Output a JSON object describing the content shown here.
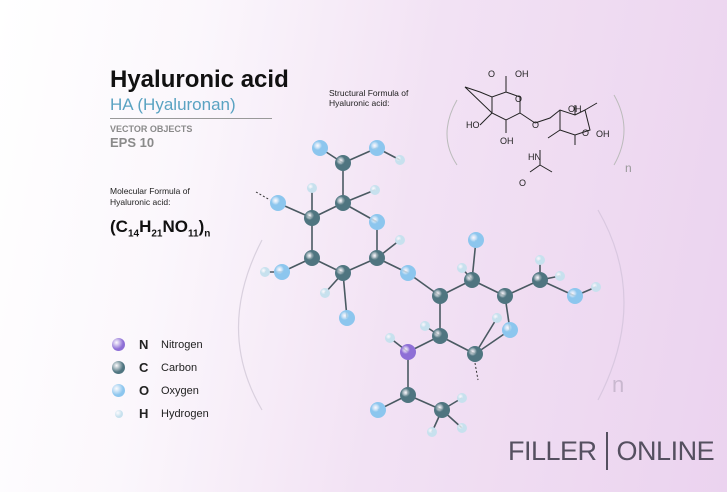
{
  "header": {
    "title": "Hyaluronic acid",
    "subtitle": "HA (Hyaluronan)",
    "vector_label": "VECTOR OBJECTS",
    "eps_label": "EPS 10"
  },
  "molecular": {
    "label": "Molecular Formula of Hyaluronic acid:",
    "formula_parts": {
      "open": "(C",
      "c": "14",
      "h_lbl": "H",
      "h": "21",
      "no_lbl": "NO",
      "o": "11",
      "close": ")",
      "n": "n"
    }
  },
  "structural": {
    "label": "Structural Formula of Hyaluronic acid:",
    "subscript": "n",
    "repeat_n": "n"
  },
  "legend": [
    {
      "symbol": "N",
      "name": "Nitrogen",
      "color": "#8e6fd6"
    },
    {
      "symbol": "C",
      "name": "Carbon",
      "color": "#4f7580"
    },
    {
      "symbol": "O",
      "name": "Oxygen",
      "color": "#8cc6ee"
    },
    {
      "symbol": "H",
      "name": "Hydrogen",
      "color": "#c7e1ee"
    }
  ],
  "logo": {
    "left": "FILLER",
    "right": "ONLINE"
  }
}
